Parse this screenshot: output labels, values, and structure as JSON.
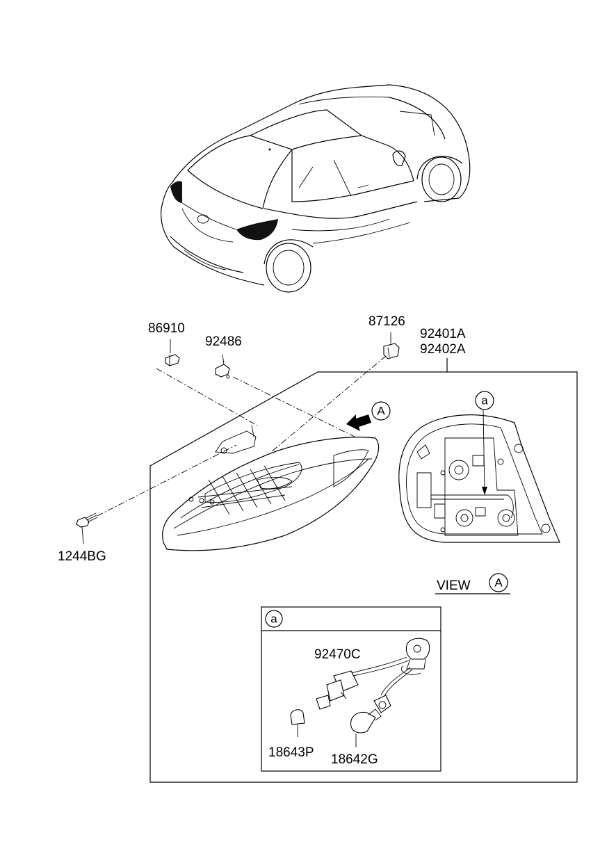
{
  "parts": {
    "clip_86910": "86910",
    "screw_92486": "92486",
    "clip_87126": "87126",
    "lamp_left": "92401A",
    "lamp_right": "92402A",
    "screw_1244BG": "1244BG",
    "socket_92470C": "92470C",
    "bulb_18643P": "18643P",
    "bulb_18642G": "18642G"
  },
  "markers": {
    "view_a": "A",
    "detail_a": "a"
  },
  "view_label": "VIEW",
  "icons": {
    "car": "rear-three-quarter-car-drawing",
    "lamp": "tail-lamp-assembly",
    "arrow": "view-direction-arrow"
  }
}
